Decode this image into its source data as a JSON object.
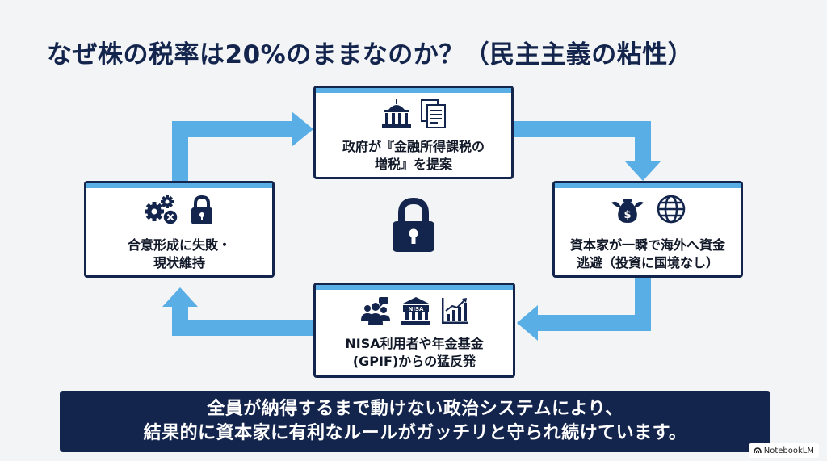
{
  "title": "なぜ株の税率は20%のままなのか？（民主主義の粘性）",
  "colors": {
    "navy": "#14254d",
    "arrow_blue": "#5aaee6",
    "background": "#f3f4f6"
  },
  "nodes": {
    "top": {
      "icons": [
        "government-building-icon",
        "document-icon"
      ],
      "lines": [
        "政府が『金融所得課税の",
        "増税』を提案"
      ]
    },
    "right": {
      "icons": [
        "money-bag-flying-icon",
        "globe-icon"
      ],
      "lines": [
        "資本家が一瞬で海外へ資金",
        "逃避（投資に国境なし）"
      ]
    },
    "bottom": {
      "icons": [
        "people-group-icon",
        "nisa-bank-icon",
        "growth-chart-icon"
      ],
      "icon_text": "NISA",
      "lines": [
        "NISA利用者や年金基金",
        "(GPIF)からの猛反発"
      ]
    },
    "left": {
      "icons": [
        "gears-failure-icon",
        "padlock-icon"
      ],
      "lines": [
        "合意形成に失敗・",
        "現状維持"
      ]
    }
  },
  "center_icon": "large-padlock-icon",
  "conclusion": {
    "lines": [
      "全員が納得するまで動けない政治システムにより、",
      "結果的に資本家に有利なルールがガッチリと守られ続けています。"
    ]
  },
  "watermark": "NotebookLM"
}
